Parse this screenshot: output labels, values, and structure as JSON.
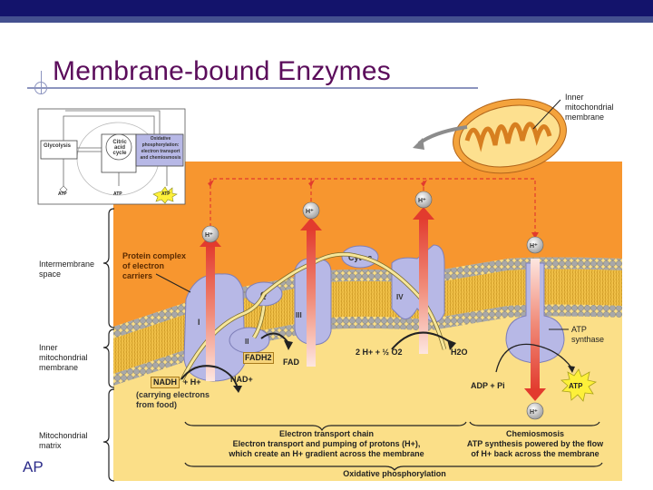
{
  "slide": {
    "title": "Membrane-bound Enzymes",
    "footer": "AP",
    "colors": {
      "header_bar": "#13136b",
      "title_text": "#5b0d5b",
      "intermembrane_space": "#f7962f",
      "matrix": "#fbdf88",
      "protein": "#b7b8e6",
      "proton_arrow": "#e23b2e"
    }
  },
  "inset": {
    "glycolysis": "Glycolysis",
    "citric_acid_cycle": [
      "Citric",
      "acid",
      "cycle"
    ],
    "oxphos": [
      "Oxidative",
      "phosphorylation:",
      "electron transport",
      "and chemiosmosis"
    ],
    "atp_labels": [
      "ATP",
      "ATP",
      "ATP"
    ]
  },
  "diagram": {
    "mito_label": [
      "Inner",
      "mitochondrial",
      "membrane"
    ],
    "left_labels": {
      "intermembrane": [
        "Intermembrane",
        "space"
      ],
      "inner_membrane": [
        "Inner",
        "mitochondrial",
        "membrane"
      ],
      "matrix": [
        "Mitochondrial",
        "matrix"
      ]
    },
    "protein_complex_label": [
      "Protein complex",
      "of electron",
      "carriers"
    ],
    "complexes": [
      "I",
      "II",
      "III",
      "IV"
    ],
    "carriers": {
      "q": "Q",
      "cyt_c": "Cyt c"
    },
    "protons": [
      "H+",
      "H+",
      "H+",
      "H+",
      "H+"
    ],
    "nadh": "NADH",
    "nadh_plus": "+ H+",
    "nadh_note": [
      "(carrying electrons",
      "from food)"
    ],
    "nad": "NAD+",
    "fadh2": "FADH2",
    "fad": "FAD",
    "water_reaction": {
      "left": "2 H+ + ½ O2",
      "right": "H2O"
    },
    "atp_synthase": [
      "ATP",
      "synthase"
    ],
    "adp": "ADP + Pi",
    "atp": "ATP",
    "etc": {
      "title": "Electron transport chain",
      "desc": [
        "Electron transport and pumping of protons (H+),",
        "which create an H+ gradient across the membrane"
      ]
    },
    "chemiosmosis": {
      "title": "Chemiosmosis",
      "desc": [
        "ATP synthesis powered by the flow",
        "of H+ back across the membrane"
      ]
    },
    "oxidative_phosphorylation": "Oxidative phosphorylation"
  }
}
